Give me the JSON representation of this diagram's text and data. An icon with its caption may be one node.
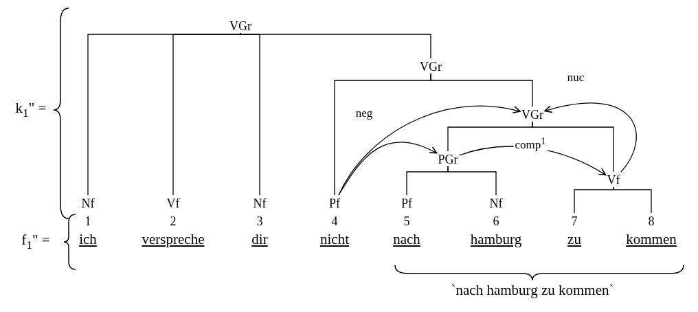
{
  "diagram": {
    "nodes": [
      {
        "text": [
          "VGr"
        ]
      },
      {
        "text": [
          "VGr"
        ]
      },
      {
        "text": [
          "VGr"
        ]
      },
      {
        "text": [
          "PGr"
        ]
      },
      {
        "text": [
          "Vf"
        ]
      },
      {
        "text": [
          "Nf",
          "1",
          "ich"
        ]
      },
      {
        "text": [
          "Vf",
          "2",
          "verspreche"
        ]
      },
      {
        "text": [
          "Nf",
          "3",
          "dir"
        ]
      },
      {
        "text": [
          "Pf",
          "4",
          "nicht"
        ]
      },
      {
        "text": [
          "Pf",
          "5",
          "nach"
        ]
      },
      {
        "text": [
          "Nf",
          "6",
          "hamburg"
        ]
      },
      {
        "text": [
          "7",
          "zu"
        ]
      },
      {
        "text": [
          "8",
          "kommen"
        ]
      }
    ],
    "edges": [
      {
        "from": 0,
        "to": 5,
        "arrow": "none"
      },
      {
        "from": 0,
        "to": 6,
        "arrow": "none"
      },
      {
        "from": 0,
        "to": 7,
        "arrow": "none"
      },
      {
        "from": 0,
        "to": 1,
        "arrow": "none"
      },
      {
        "from": 1,
        "to": 8,
        "arrow": "none"
      },
      {
        "from": 1,
        "to": 2,
        "arrow": "none"
      },
      {
        "from": 2,
        "to": 3,
        "arrow": "none"
      },
      {
        "from": 2,
        "to": 4,
        "arrow": "none"
      },
      {
        "from": 3,
        "to": 9,
        "arrow": "none"
      },
      {
        "from": 3,
        "to": 10,
        "arrow": "none"
      },
      {
        "from": 4,
        "to": 11,
        "arrow": "none"
      },
      {
        "from": 4,
        "to": 12,
        "arrow": "none"
      },
      {
        "from": 8,
        "to": 2,
        "arrow": "to"
      },
      {
        "from": 8,
        "to": 3,
        "arrow": "to",
        "label": "neg"
      },
      {
        "from": 3,
        "to": 4,
        "arrow": "to",
        "label": "comp$^{1}$"
      },
      {
        "from": 4,
        "to": 2,
        "arrow": "to",
        "label": "nuc"
      }
    ],
    "labels": [
      "k$_{1}$\" =",
      "f$_{1}$\" =",
      "`nach hamburg zu kommen`"
    ]
  }
}
